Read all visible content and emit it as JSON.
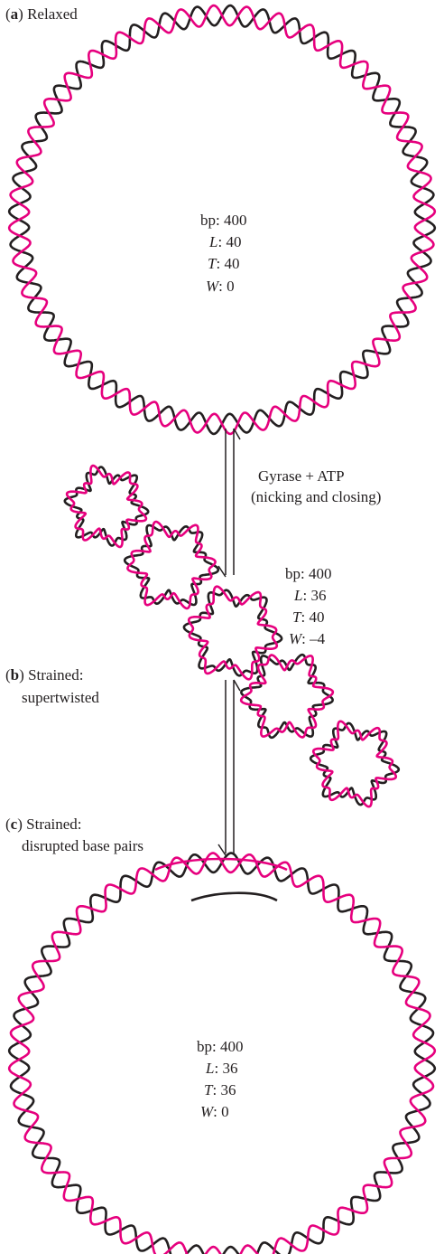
{
  "colors": {
    "strand_a": "#231f20",
    "strand_b": "#e6007e",
    "arrow": "#231f20",
    "background": "#ffffff"
  },
  "panels": {
    "a": {
      "letter": "a",
      "title": " Relaxed",
      "stats": {
        "bp": "400",
        "L": "40",
        "T": "40",
        "W": "0"
      }
    },
    "b": {
      "letter": "b",
      "title_line1": " Strained:",
      "title_line2": "supertwisted",
      "stats": {
        "bp": "400",
        "L": "36",
        "T": "40",
        "W": "–4"
      }
    },
    "c": {
      "letter": "c",
      "title_line1": " Strained:",
      "title_line2": "disrupted base pairs",
      "stats": {
        "bp": "400",
        "L": "36",
        "T": "36",
        "W": "0"
      }
    }
  },
  "stat_labels": {
    "bp": "bp: ",
    "L": "L",
    "T": "T",
    "W": "W",
    "sep": ": "
  },
  "reaction": {
    "line1": "Gyrase + ATP",
    "line2": "(nicking and closing)"
  },
  "brackets": {
    "open": "(",
    "close": ")"
  }
}
